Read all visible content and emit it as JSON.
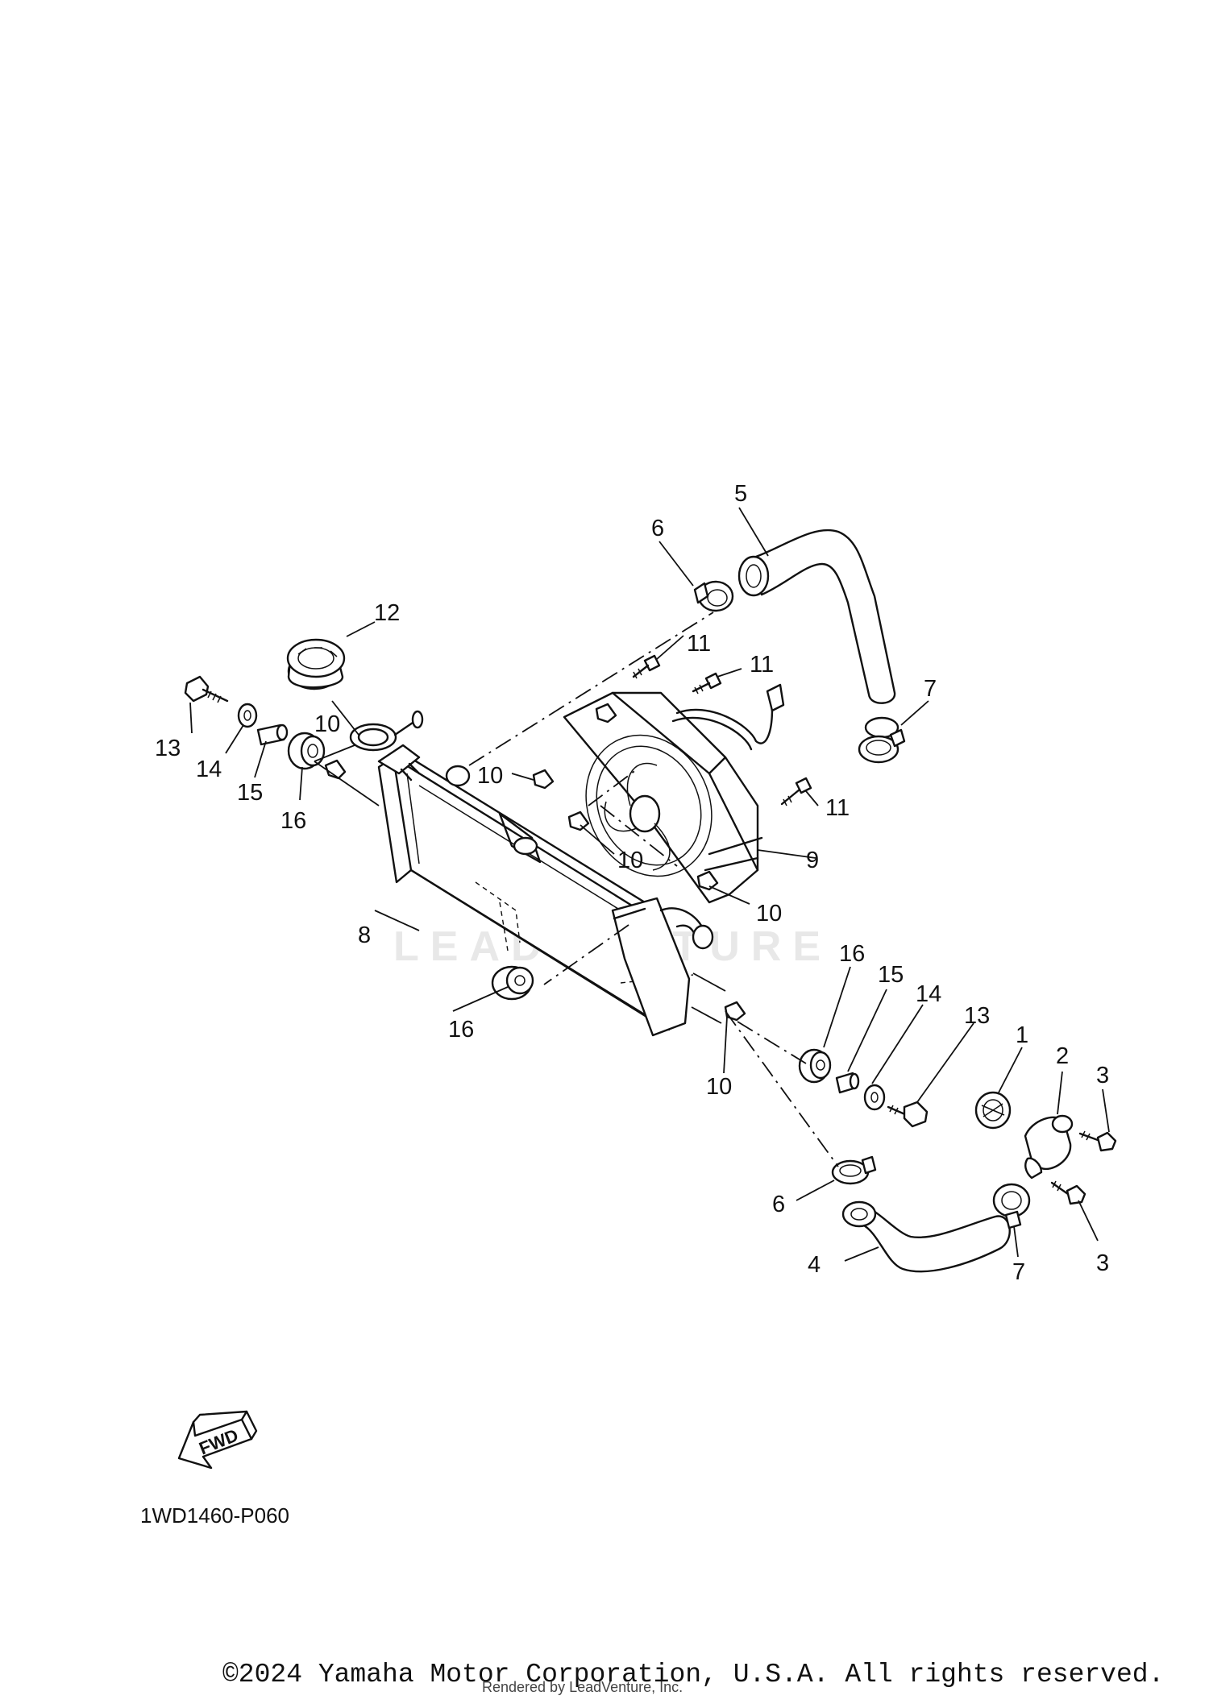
{
  "diagram": {
    "code": "1WD1460-P060",
    "watermark": "LEADVENTURE",
    "fwd_label": "FWD",
    "callouts": [
      "1",
      "2",
      "3",
      "3",
      "4",
      "5",
      "6",
      "6",
      "7",
      "7",
      "8",
      "9",
      "10",
      "10",
      "10",
      "10",
      "10",
      "11",
      "11",
      "11",
      "12",
      "13",
      "13",
      "14",
      "14",
      "15",
      "15",
      "16",
      "16",
      "16"
    ]
  },
  "footer": {
    "copyright": "©2024 Yamaha Motor Corporation, U.S.A. All rights reserved.",
    "rendered_by": "Rendered by LeadVenture, Inc."
  }
}
